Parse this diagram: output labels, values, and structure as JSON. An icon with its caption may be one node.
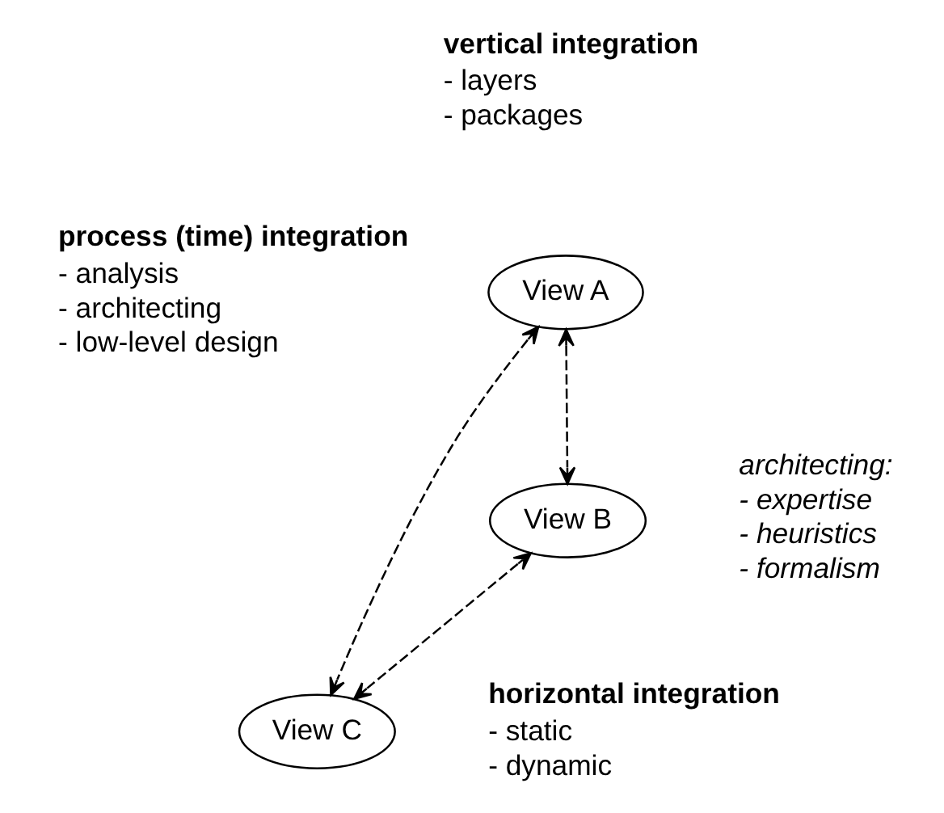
{
  "diagram": {
    "nodes": [
      {
        "text": [
          "View A"
        ]
      },
      {
        "text": [
          "View B"
        ]
      },
      {
        "text": [
          "View C"
        ]
      }
    ],
    "edges": [
      {
        "from": 0,
        "to": 1,
        "arrow": "both",
        "style": "dashed"
      },
      {
        "from": 0,
        "to": 2,
        "arrow": "both",
        "style": "dashed"
      },
      {
        "from": 1,
        "to": 2,
        "arrow": "both",
        "style": "dashed"
      }
    ],
    "labels": [
      "vertical integration",
      "- layers",
      "- packages",
      "process (time) integration",
      "- analysis",
      "- architecting",
      "- low-level design",
      "architecting:",
      "- expertise",
      "- heuristics",
      "- formalism",
      "horizontal integration",
      "- static",
      "- dynamic"
    ]
  }
}
